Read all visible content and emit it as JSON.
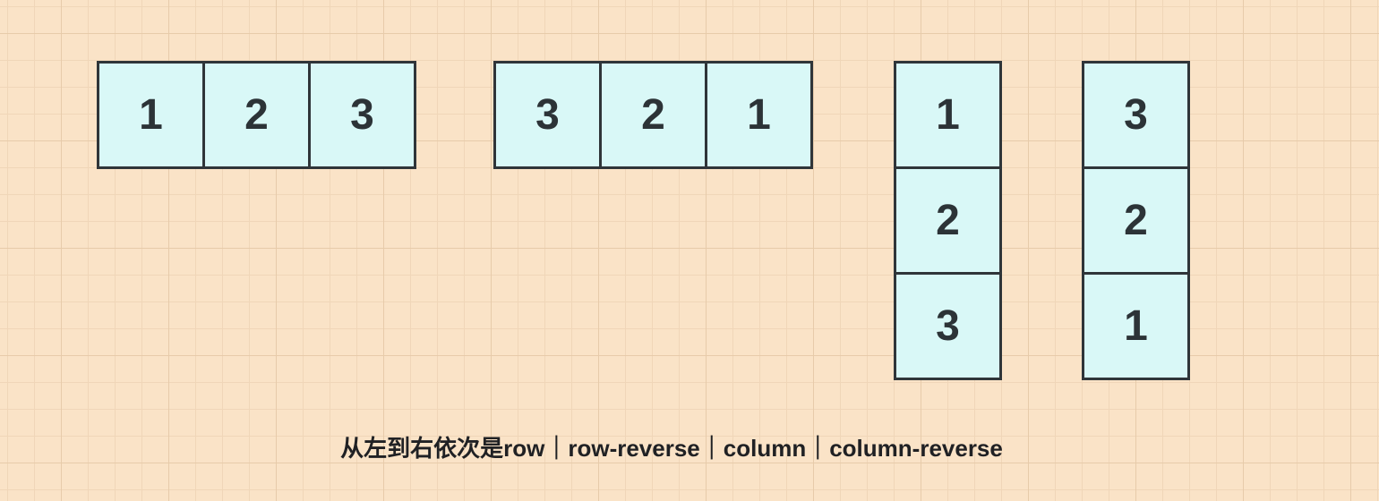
{
  "caption": {
    "text": "从左到右依次是row｜row-reverse｜column｜column-reverse"
  },
  "groups": [
    {
      "name": "row",
      "flex_direction": "row",
      "items": [
        "1",
        "2",
        "3"
      ]
    },
    {
      "name": "row-reverse",
      "flex_direction": "row-reverse",
      "items": [
        "3",
        "2",
        "1"
      ]
    },
    {
      "name": "column",
      "flex_direction": "column",
      "items": [
        "1",
        "2",
        "3"
      ]
    },
    {
      "name": "column-reverse",
      "flex_direction": "column-reverse",
      "items": [
        "3",
        "2",
        "1"
      ]
    }
  ],
  "colors": {
    "background": "#fae3c7",
    "grid_minor": "#f0d6b8",
    "grid_major": "#e7cbaa",
    "box_fill": "#d9f8f7",
    "box_border": "#2f3539",
    "digit": "#2c3337",
    "caption": "#202124"
  }
}
